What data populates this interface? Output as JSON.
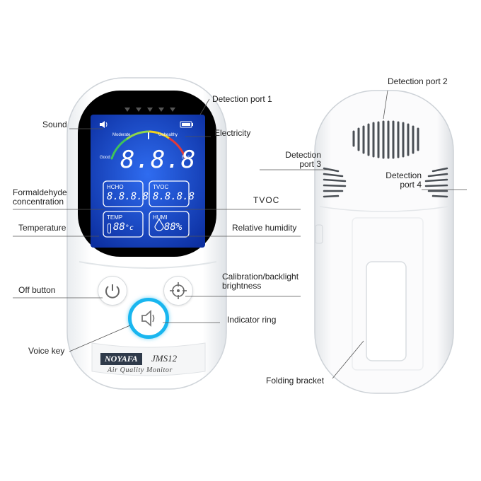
{
  "callouts": {
    "sound": "Sound",
    "formaldehyde": "Formaldehyde concentration",
    "temperature": "Temperature",
    "off_button": "Off button",
    "voice_key": "Voice key",
    "detection_port_1": "Detection port 1",
    "electricity": "Electricity",
    "tvoc": "TVOC",
    "relative_humidity": "Relative humidity",
    "calibration": "Calibration/backlight brightness",
    "indicator_ring": "Indicator ring",
    "detection_port_2": "Detection port 2",
    "detection_port_3": "Detection port 3",
    "detection_port_4": "Detection port 4",
    "folding_bracket": "Folding bracket"
  },
  "screen": {
    "gauge_moderate": "Moderate",
    "gauge_unhealthy": "Unhealthy",
    "gauge_good": "Good",
    "gauge_bad": "Bad",
    "main_reading": "8.8.8",
    "hcho_label": "HCHO",
    "hcho_value": "8.8.8.8",
    "tvoc_label": "TVOC",
    "tvoc_value": "8.8.8.8",
    "temp_label": "TEMP",
    "temp_value": "88",
    "temp_unit": "°c",
    "humi_label": "HUMI",
    "humi_value": "88%"
  },
  "brand": {
    "logo": "NOYAFA",
    "model": "JMS12",
    "product_name": "Air Quality Monitor"
  },
  "icons": {
    "sound": "speaker-icon",
    "battery": "battery-icon",
    "power": "power-icon",
    "calibration": "crosshair-icon",
    "voice": "speaker-icon",
    "humidity": "droplet-icon",
    "temperature": "thermometer-icon"
  },
  "colors": {
    "screen_blue": "#1546c8",
    "indicator_ring": "#19b6ef",
    "gauge_green": "#3fc35a",
    "gauge_yellow": "#f2d21b",
    "gauge_red": "#e23a3a"
  }
}
